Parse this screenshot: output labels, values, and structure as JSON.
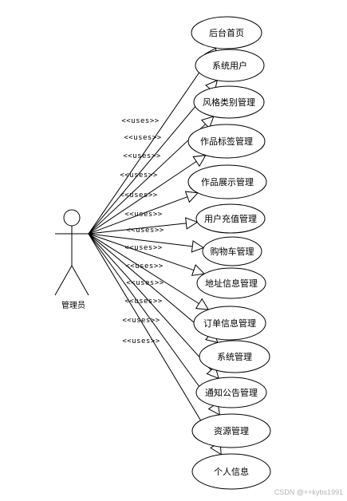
{
  "actor": {
    "label": "管理员"
  },
  "relation_label": "<<uses>>",
  "use_cases": [
    {
      "label": "后台首页"
    },
    {
      "label": "系统用户"
    },
    {
      "label": "风格类别管理"
    },
    {
      "label": "作品标签管理"
    },
    {
      "label": "作品展示管理"
    },
    {
      "label": "用户充值管理"
    },
    {
      "label": "购物车管理"
    },
    {
      "label": "地址信息管理"
    },
    {
      "label": "订单信息管理"
    },
    {
      "label": "系统管理"
    },
    {
      "label": "通知公告管理"
    },
    {
      "label": "资源管理"
    },
    {
      "label": "个人信息"
    }
  ],
  "watermark": "CSDN @++kybs1991"
}
